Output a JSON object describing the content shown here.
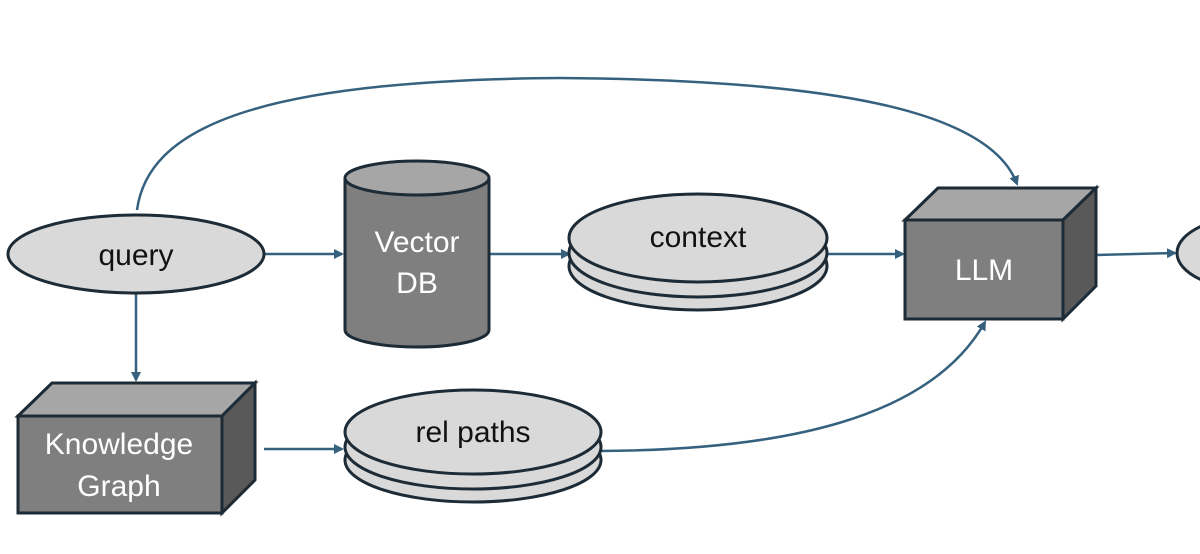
{
  "colors": {
    "edge": "#35617f",
    "outline": "#1d2b36",
    "light_fill": "#d9d9d9",
    "dark_fill": "#7f7f7f",
    "dark_top": "#a6a6a6",
    "dark_side": "#595959",
    "light_text": "#111111",
    "dark_text": "#ffffff"
  },
  "nodes": {
    "query": {
      "label": "query",
      "shape": "ellipse"
    },
    "vector_db": {
      "label_line1": "Vector",
      "label_line2": "DB",
      "shape": "cylinder"
    },
    "context": {
      "label": "context",
      "shape": "stacked-disks"
    },
    "llm": {
      "label": "LLM",
      "shape": "box-3d"
    },
    "knowledge_graph": {
      "label_line1": "Knowledge",
      "label_line2": "Graph",
      "shape": "box-3d"
    },
    "rel_paths": {
      "label": "rel paths",
      "shape": "stacked-disks"
    },
    "output": {
      "label": "",
      "shape": "ellipse"
    }
  },
  "edges": [
    {
      "from": "query",
      "to": "vector_db"
    },
    {
      "from": "query",
      "to": "llm"
    },
    {
      "from": "query",
      "to": "knowledge_graph"
    },
    {
      "from": "vector_db",
      "to": "context"
    },
    {
      "from": "context",
      "to": "llm"
    },
    {
      "from": "knowledge_graph",
      "to": "rel_paths"
    },
    {
      "from": "rel_paths",
      "to": "llm"
    },
    {
      "from": "llm",
      "to": "output"
    }
  ]
}
